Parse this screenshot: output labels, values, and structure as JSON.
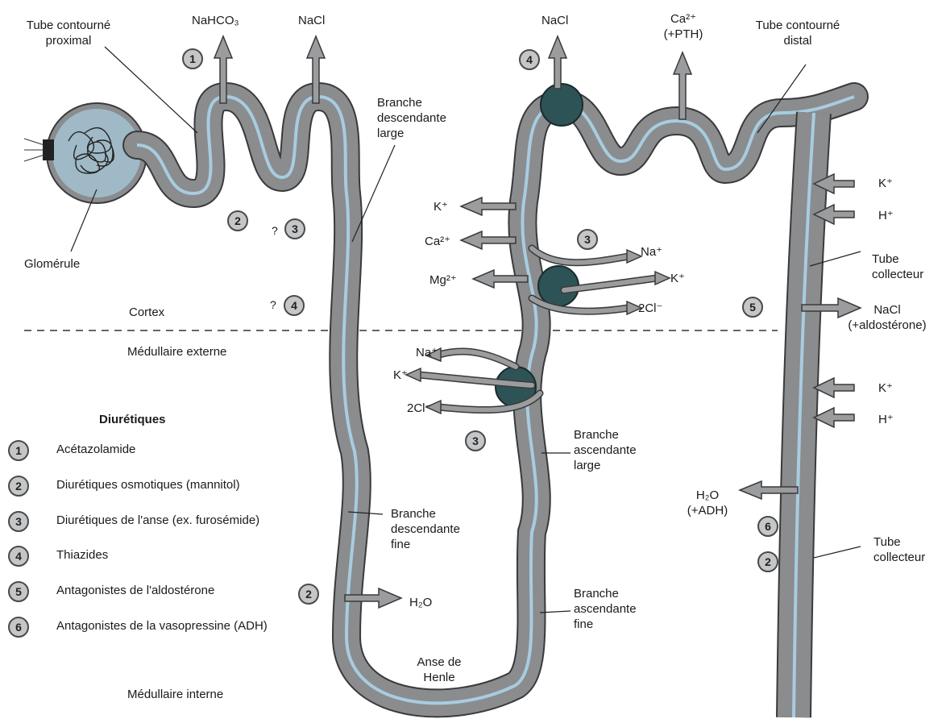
{
  "labels": {
    "tcp": [
      "Tube contourné",
      "proximal"
    ],
    "glom": "Glomérule",
    "nahco3": "NaHCO₃",
    "nacl1": "NaCl",
    "bdl": [
      "Branche",
      "descendante",
      "large"
    ],
    "cortex": "Cortex",
    "med_ext": "Médullaire externe",
    "med_int": "Médullaire interne",
    "nacl2": "NaCl",
    "ca": [
      "Ca²⁺",
      "(+PTH)"
    ],
    "tcd": [
      "Tube contourné",
      "distal"
    ],
    "k_left": "K⁺",
    "ca_left": "Ca²⁺",
    "mg_left": "Mg²⁺",
    "na_r": "Na⁺",
    "k_r": "K⁺",
    "cl_r": "2Cl⁻",
    "na_l2": "Na⁺",
    "k_l2": "K⁺",
    "cl_l2": "2Cl⁻",
    "bal": [
      "Branche",
      "ascendante",
      "large"
    ],
    "bdf": [
      "Branche",
      "descendante",
      "fine"
    ],
    "baf": [
      "Branche",
      "ascendante",
      "fine"
    ],
    "h2o_loop": "H₂O",
    "anse": [
      "Anse de",
      "Henle"
    ],
    "k1": "K⁺",
    "h1": "H⁺",
    "tc1": [
      "Tube",
      "collecteur"
    ],
    "nacl_ald": [
      "NaCl",
      "(+aldostérone)"
    ],
    "k2": "K⁺",
    "h2": "H⁺",
    "h2o_adh": [
      "H₂O",
      "(+ADH)"
    ],
    "tc2": [
      "Tube",
      "collecteur"
    ],
    "question": "?"
  },
  "legend": {
    "title": "Diurétiques",
    "items": [
      {
        "num": "1",
        "text": "Acétazolamide"
      },
      {
        "num": "2",
        "text": "Diurétiques osmotiques (mannitol)"
      },
      {
        "num": "3",
        "text": "Diurétiques de l'anse (ex. furosémide)"
      },
      {
        "num": "4",
        "text": "Thiazides"
      },
      {
        "num": "5",
        "text": "Antagonistes de l'aldostérone"
      },
      {
        "num": "6",
        "text": "Antagonistes de la vasopressine (ADH)"
      }
    ]
  },
  "badges": {
    "b1": "1",
    "b2a": "2",
    "b3a": "3",
    "b4a": "4",
    "b4b": "4",
    "b3b": "3",
    "b3c": "3",
    "b5": "5",
    "b2b": "2",
    "b6": "6",
    "b2c": "2"
  },
  "colors": {
    "tube": "#8a8c8e",
    "tube_edge": "#3a3a3c",
    "lumen": "#a8cce0",
    "pump": "#2e5356",
    "badge": "#c4c6c8"
  }
}
